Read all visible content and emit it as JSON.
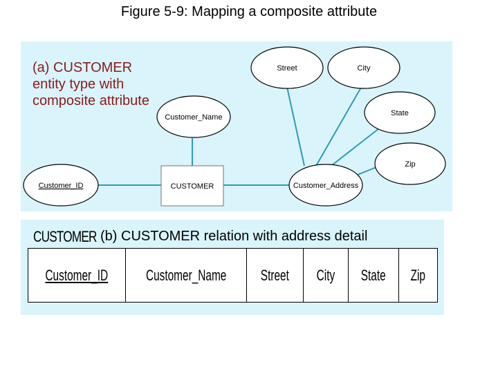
{
  "title": "Figure 5-9: Mapping a composite attribute",
  "part_a": {
    "caption": "(a) CUSTOMER entity type with composite attribute",
    "entity": "CUSTOMER",
    "attributes": {
      "customer_id": "Customer_ID",
      "customer_name": "Customer_Name",
      "customer_address": "Customer_Address",
      "street": "Street",
      "city": "City",
      "state": "State",
      "zip": "Zip"
    }
  },
  "part_b": {
    "relation_name": "CUSTOMER",
    "caption": "(b) CUSTOMER relation with address detail",
    "columns": [
      {
        "label": "Customer_ID",
        "primary_key": true
      },
      {
        "label": "Customer_Name",
        "primary_key": false
      },
      {
        "label": "Street",
        "primary_key": false
      },
      {
        "label": "City",
        "primary_key": false
      },
      {
        "label": "State",
        "primary_key": false
      },
      {
        "label": "Zip",
        "primary_key": false
      }
    ]
  },
  "colors": {
    "panel_background": "#d9f4fb",
    "connector_line": "#2e9bb5",
    "caption_a_text": "#8b1a1a"
  }
}
